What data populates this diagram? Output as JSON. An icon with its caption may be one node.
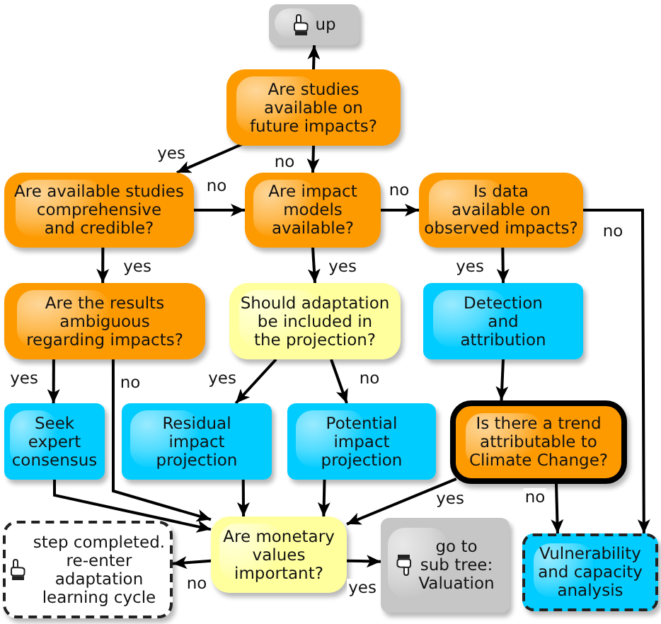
{
  "diagram": {
    "nodes": [
      {
        "text": [
          "up"
        ]
      },
      {
        "text": [
          "Are studies available on future impacts?"
        ]
      },
      {
        "text": [
          "Are available studies comprehensive and credible?"
        ]
      },
      {
        "text": [
          "Are impact models available?"
        ]
      },
      {
        "text": [
          "Is data available on observed impacts?"
        ]
      },
      {
        "text": [
          "Are the results ambiguous regarding impacts?"
        ]
      },
      {
        "text": [
          "Should adaptation be included in the projection?"
        ]
      },
      {
        "text": [
          "Detection and attribution"
        ]
      },
      {
        "text": [
          "Seek expert consensus"
        ]
      },
      {
        "text": [
          "Residual impact projection"
        ]
      },
      {
        "text": [
          "Potential impact projection"
        ]
      },
      {
        "text": [
          "Is there a trend attributable to Climate Change?"
        ]
      },
      {
        "text": [
          "Are monetary values important?"
        ]
      },
      {
        "text": [
          "step completed. re-enter adaptation learning cycle"
        ]
      },
      {
        "text": [
          "go to sub tree: Valuation"
        ]
      },
      {
        "text": [
          "Vulnerability and capacity analysis"
        ]
      }
    ],
    "edges": [
      {
        "from": 1,
        "to": 0,
        "arrow": "to"
      },
      {
        "from": 1,
        "to": 2,
        "arrow": "to",
        "label": "yes"
      },
      {
        "from": 1,
        "to": 3,
        "arrow": "to",
        "label": "no"
      },
      {
        "from": 2,
        "to": 3,
        "arrow": "to",
        "label": "no"
      },
      {
        "from": 3,
        "to": 4,
        "arrow": "to",
        "label": "no"
      },
      {
        "from": 4,
        "to": 15,
        "arrow": "to",
        "label": "no"
      },
      {
        "from": 2,
        "to": 5,
        "arrow": "to",
        "label": "yes"
      },
      {
        "from": 3,
        "to": 6,
        "arrow": "to",
        "label": "yes"
      },
      {
        "from": 4,
        "to": 7,
        "arrow": "to",
        "label": "yes"
      },
      {
        "from": 5,
        "to": 8,
        "arrow": "to",
        "label": "yes"
      },
      {
        "from": 5,
        "to": 12,
        "arrow": "to",
        "label": "no"
      },
      {
        "from": 6,
        "to": 9,
        "arrow": "to",
        "label": "yes"
      },
      {
        "from": 6,
        "to": 10,
        "arrow": "to",
        "label": "no"
      },
      {
        "from": 7,
        "to": 11,
        "arrow": "to"
      },
      {
        "from": 8,
        "to": 12,
        "arrow": "to"
      },
      {
        "from": 9,
        "to": 12,
        "arrow": "to"
      },
      {
        "from": 10,
        "to": 12,
        "arrow": "to"
      },
      {
        "from": 11,
        "to": 12,
        "arrow": "to",
        "label": "yes"
      },
      {
        "from": 11,
        "to": 15,
        "arrow": "to",
        "label": "no"
      },
      {
        "from": 12,
        "to": 13,
        "arrow": "to",
        "label": "no"
      },
      {
        "from": 12,
        "to": 14,
        "arrow": "to",
        "label": "yes"
      }
    ]
  }
}
